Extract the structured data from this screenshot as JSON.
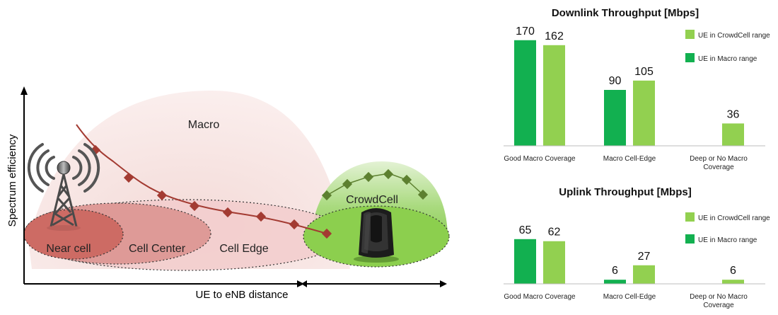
{
  "diagram": {
    "y_axis_label": "Spectrum efficiency",
    "x_axis_label": "UE to eNB distance",
    "zones": {
      "macro": "Macro",
      "crowdcell": "CrowdCell",
      "near_cell": "Near cell",
      "cell_center": "Cell Center",
      "cell_edge": "Cell Edge"
    },
    "icons": [
      "cell-tower-icon",
      "crowdcell-router-icon"
    ],
    "colors": {
      "macro_curve": "#a33b32",
      "crowdcell_curve": "#5d8030",
      "crowdcell_fill": "#8fd35a",
      "near_cell_fill": "#cd6b64"
    }
  },
  "charts": [
    {
      "title": "Downlink Throughput [Mbps]",
      "legend": [
        "UE in CrowdCell range",
        "UE in Macro range"
      ]
    },
    {
      "title": "Uplink Throughput [Mbps]",
      "legend": [
        "UE in CrowdCell range",
        "UE in Macro range"
      ]
    }
  ],
  "chart_data": [
    {
      "type": "bar",
      "title": "Downlink Throughput [Mbps]",
      "categories": [
        "Good Macro Coverage",
        "Macro Cell-Edge",
        "Deep or No Macro Coverage"
      ],
      "series": [
        {
          "name": "UE in Macro range",
          "values": [
            170,
            90,
            null
          ],
          "color": "#12b050"
        },
        {
          "name": "UE in CrowdCell range",
          "values": [
            162,
            105,
            36
          ],
          "color": "#92d050"
        }
      ],
      "ylim": [
        0,
        180
      ],
      "grid": false,
      "legend": "top-right"
    },
    {
      "type": "bar",
      "title": "Uplink Throughput [Mbps]",
      "categories": [
        "Good Macro Coverage",
        "Macro Cell-Edge",
        "Deep or No Macro Coverage"
      ],
      "series": [
        {
          "name": "UE in Macro range",
          "values": [
            65,
            6,
            null
          ],
          "color": "#12b050"
        },
        {
          "name": "UE in CrowdCell range",
          "values": [
            62,
            27,
            6
          ],
          "color": "#92d050"
        }
      ],
      "ylim": [
        0,
        72
      ],
      "grid": false,
      "legend": "top-right"
    }
  ]
}
